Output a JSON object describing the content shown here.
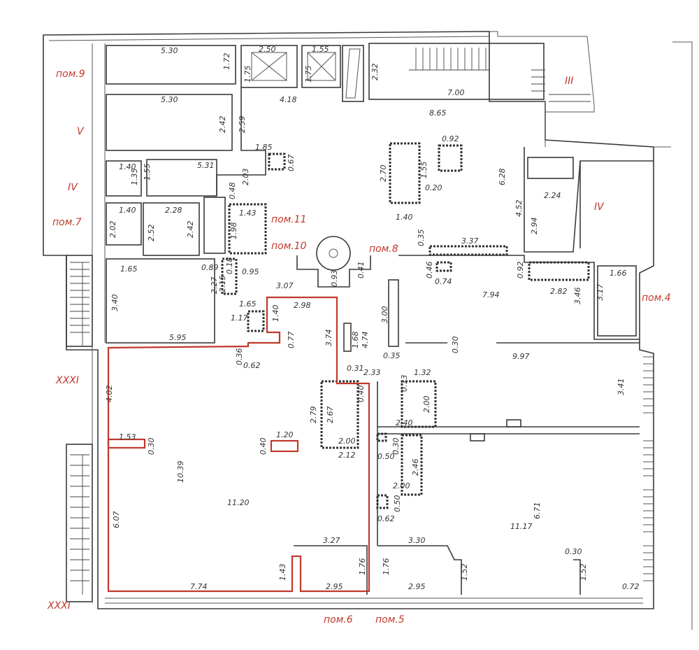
{
  "labels": {
    "pom9": "пом.9",
    "v": "V",
    "iv_left": "IV",
    "pom7": "пом.7",
    "pom11": "пом.11",
    "pom10": "пом.10",
    "pom8": "пом.8",
    "iii": "III",
    "iv_right": "IV",
    "pom4": "пом.4",
    "xxxi_top": "XXXI",
    "xxxi_bottom": "XXXI",
    "pom6": "пом.6",
    "pom5": "пом.5"
  },
  "dims": {
    "d530a": "5.30",
    "d172": "1.72",
    "d250": "2.50",
    "d175a": "1.75",
    "d155a": "1.55",
    "d175b": "1.75",
    "d232": "2.32",
    "d700": "7.00",
    "d418": "4.18",
    "d530b": "5.30",
    "d242a": "2.42",
    "d259": "2.59",
    "d865": "8.65",
    "d092a": "0.92",
    "d185": "1.85",
    "d067": "0.67",
    "d270": "2.70",
    "d155b": "1.55",
    "d020": "0.20",
    "d628": "6.28",
    "d140a": "1.40",
    "d135": "1.35",
    "d155c": "1.55",
    "d531": "5.31",
    "d203": "2.03",
    "d048": "0.48",
    "d224": "2.24",
    "d452": "4.52",
    "d294": "2.94",
    "d140b": "1.40",
    "d202": "2.02",
    "d228": "2.28",
    "d252": "2.52",
    "d242b": "2.42",
    "d143": "1.43",
    "d198": "1.98",
    "d140c": "1.40",
    "d035a": "0.35",
    "d337": "3.37",
    "d165a": "1.65",
    "d089": "0.89",
    "d018": "0.18",
    "d095": "0.95",
    "d227": "2.27",
    "d215": "2.15",
    "d307": "3.07",
    "d093": "0.93",
    "d041": "0.41",
    "d046": "0.46",
    "d074": "0.74",
    "d092b": "0.92",
    "d282": "2.82",
    "d166": "1.66",
    "d346": "3.46",
    "d317": "3.17",
    "d340": "3.40",
    "d794": "7.94",
    "d165b": "1.65",
    "d298": "2.98",
    "d117": "1.17",
    "d140d": "1.40",
    "d300": "3.00",
    "d374": "3.74",
    "d168": "1.68",
    "d474": "4.74",
    "d595": "5.95",
    "d077": "0.77",
    "d036": "0.36",
    "d062a": "0.62",
    "d030a": "0.30",
    "d035b": "0.35",
    "d997": "9.97",
    "d031": "0.31",
    "d233": "2.33",
    "d132": "1.32",
    "d013": "0.13",
    "d402": "4.02",
    "d040a": "0.40",
    "d200a": "2.00",
    "d341": "3.41",
    "d279": "2.79",
    "d267": "2.67",
    "d240": "2.40",
    "d153": "1.53",
    "d030b": "0.30",
    "d120": "1.20",
    "d040b": "0.40",
    "d200b": "2.00",
    "d212": "2.12",
    "d050a": "0.50",
    "d030c": "0.30",
    "d246": "2.46",
    "d1039": "10.39",
    "d200c": "2.00",
    "d1120": "11.20",
    "d050b": "0.50",
    "d062b": "0.62",
    "d607": "6.07",
    "d671": "6.71",
    "d1117": "11.17",
    "d327": "3.27",
    "d330": "3.30",
    "d030d": "0.30",
    "d143b": "1.43",
    "d176a": "1.76",
    "d176b": "1.76",
    "d152a": "1.52",
    "d152b": "1.52",
    "d774": "7.74",
    "d295a": "2.95",
    "d295b": "2.95",
    "d072": "0.72"
  }
}
